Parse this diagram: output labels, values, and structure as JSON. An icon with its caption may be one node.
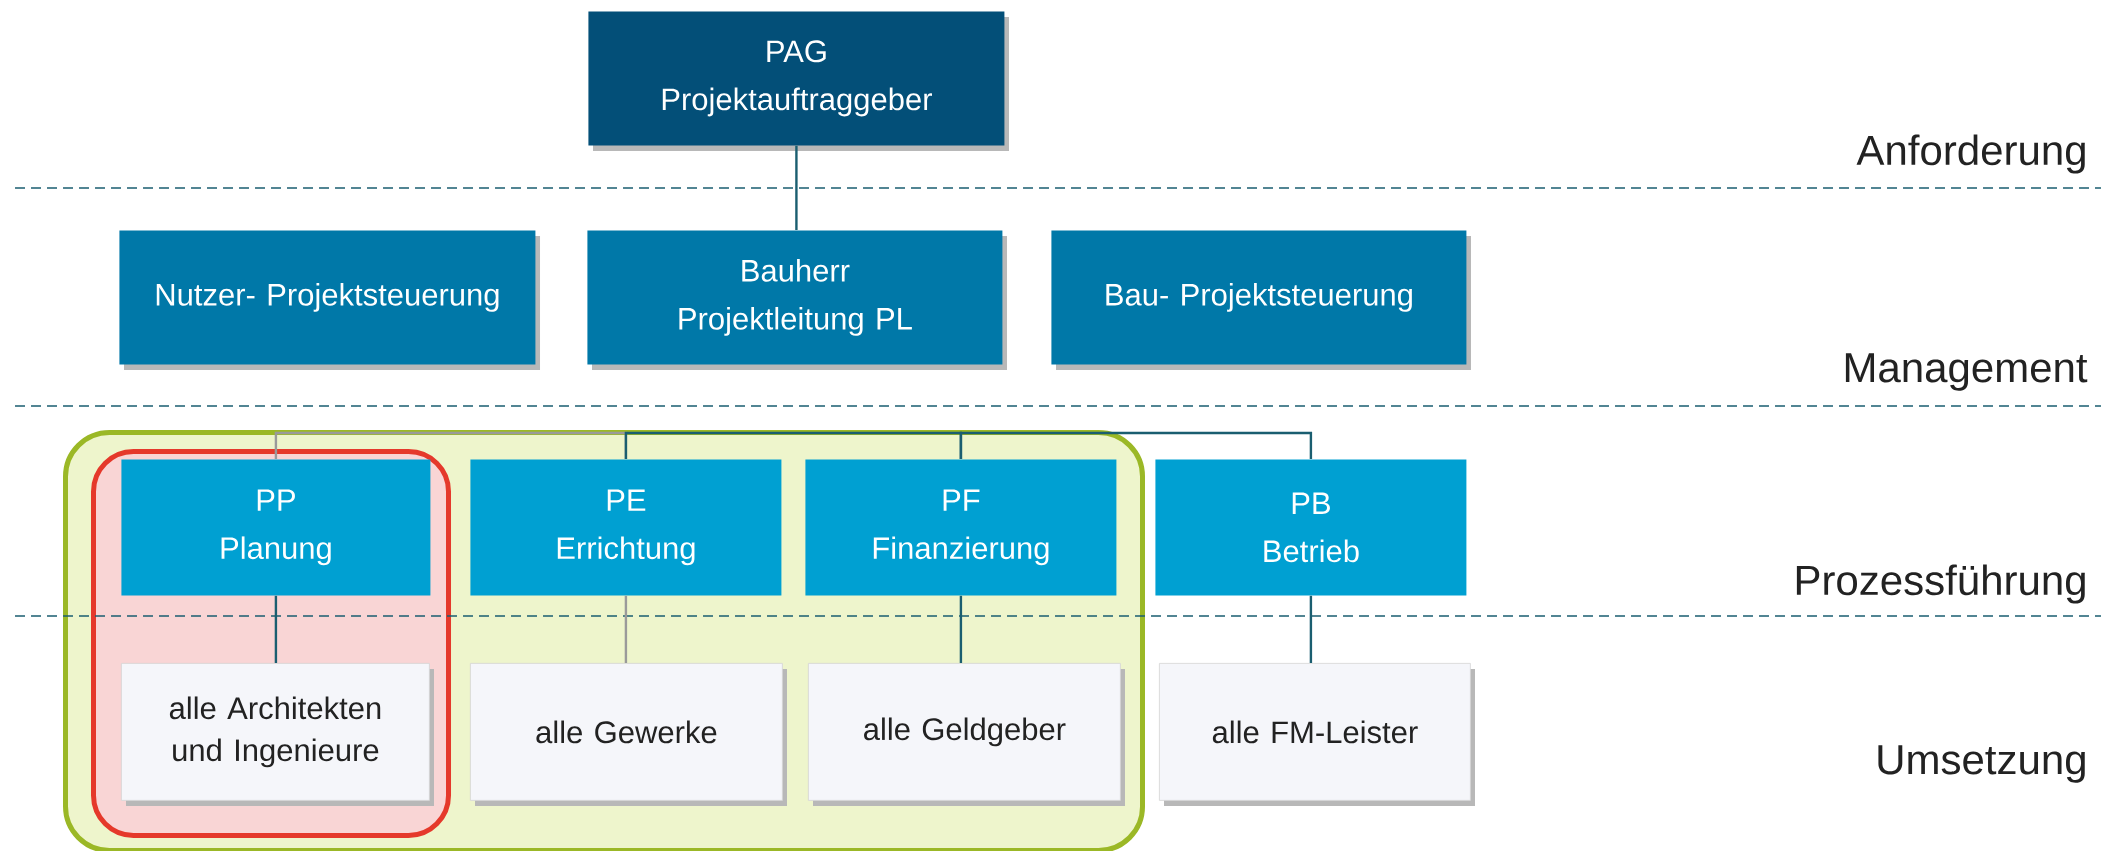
{
  "diagram": {
    "nodes": [
      {
        "text": [
          "PAG",
          "Projektauftraggeber"
        ]
      },
      {
        "text": [
          "Nutzer- Projektsteuerung"
        ]
      },
      {
        "text": [
          "Bauherr",
          "Projektleitung PL"
        ]
      },
      {
        "text": [
          "Bau- Projektsteuerung"
        ]
      },
      {
        "text": [],
        "shape": "box"
      },
      {
        "text": [],
        "shape": "box",
        "in": 4
      },
      {
        "text": [
          "PP",
          "Planung"
        ],
        "in": 5
      },
      {
        "text": [
          "PE",
          "Errichtung"
        ],
        "in": 4
      },
      {
        "text": [
          "PF",
          "Finanzierung"
        ],
        "in": 4
      },
      {
        "text": [
          "PB",
          "Betrieb"
        ]
      },
      {
        "text": [
          "alle Architekten und Ingenieure"
        ],
        "in": 5
      },
      {
        "text": [
          "alle Gewerke"
        ],
        "in": 4
      },
      {
        "text": [
          "alle Geldgeber"
        ],
        "in": 4
      },
      {
        "text": [
          "alle FM-Leister"
        ]
      }
    ],
    "edges": [
      {
        "from": 0,
        "to": 2,
        "arrow": "none"
      },
      {
        "from": 6,
        "to": 7,
        "arrow": "none",
        "color": "#9a9a9a"
      },
      {
        "from": 7,
        "to": 8,
        "arrow": "none"
      },
      {
        "from": 8,
        "to": 9,
        "arrow": "none"
      },
      {
        "from": 6,
        "to": 10,
        "arrow": "none"
      },
      {
        "from": 7,
        "to": 11,
        "arrow": "none",
        "color": "#9a9a9a"
      },
      {
        "from": 8,
        "to": 12,
        "arrow": "none"
      },
      {
        "from": 9,
        "to": 13,
        "arrow": "none"
      }
    ],
    "labels": [
      "Anforderung",
      "Management",
      "Prozessführung",
      "Umsetzung"
    ]
  }
}
